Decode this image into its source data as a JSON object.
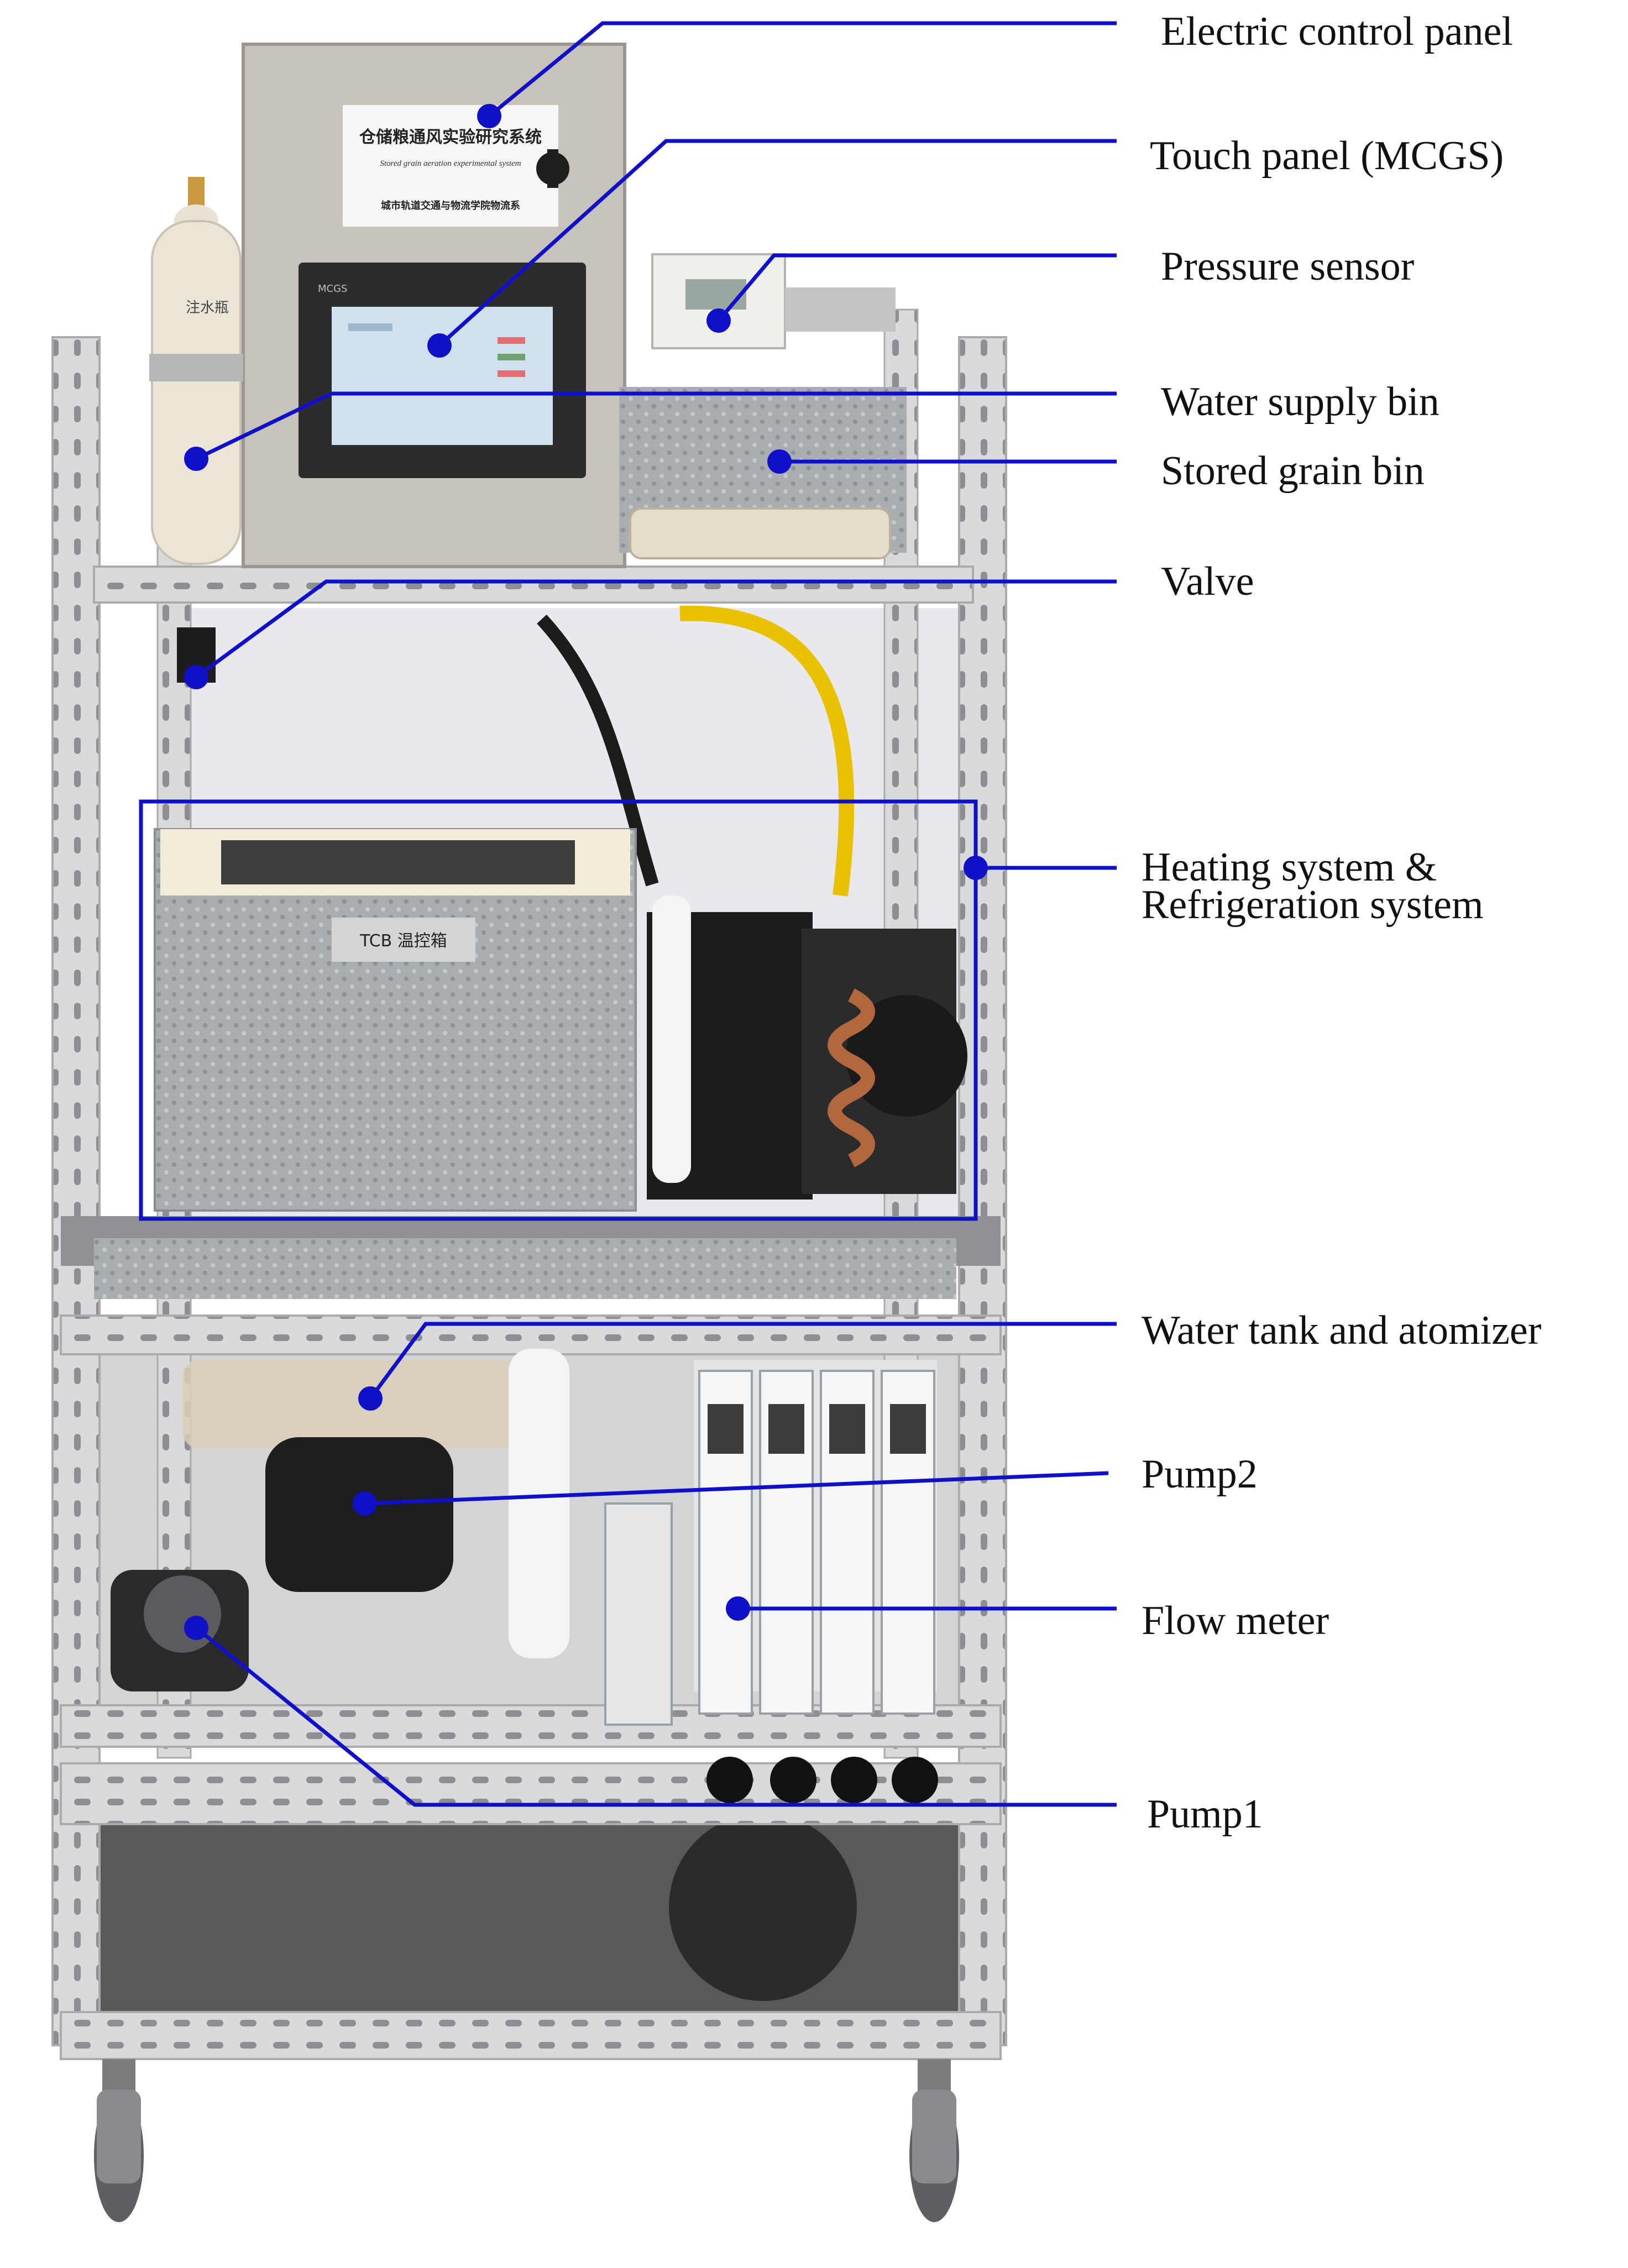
{
  "colors": {
    "callout": "#1010c8",
    "label_text": "#111111",
    "frame": "#d9dadb",
    "frame_shadow": "#a9abad",
    "panel": "#c7c3bb",
    "screen": "#cfe0ee",
    "insulation": "#a9acb0",
    "hose": "#e8c200"
  },
  "panel_text": {
    "line1": "仓储粮通风实验研究系统",
    "line2": "Stored grain aeration experimental system",
    "line3": "城市轨道交通与物流学院物流系",
    "screen_brand": "MCGS"
  },
  "equipment_text": {
    "bottle": "注水瓶",
    "box": "TCB 温控箱"
  },
  "labels": {
    "electric_control_panel": "Electric control panel",
    "touch_panel": "Touch panel (MCGS)",
    "pressure_sensor": "Pressure sensor",
    "water_supply_bin": "Water supply bin",
    "stored_grain_bin": "Stored grain bin",
    "valve": "Valve",
    "heating_refrigeration_line1": "Heating system &",
    "heating_refrigeration_line2": "Refrigeration system",
    "water_tank_atomizer": "Water tank and atomizer",
    "pump2": "Pump2",
    "flow_meter": "Flow meter",
    "pump1": "Pump1"
  }
}
